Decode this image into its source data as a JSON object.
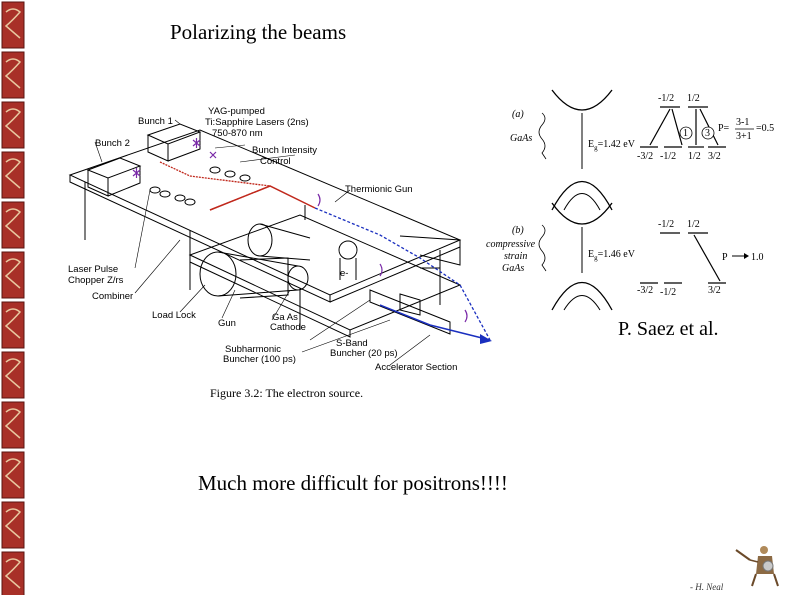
{
  "slide": {
    "title": "Polarizing the beams",
    "credit": "P. Saez et al.",
    "footnote": "Much more difficult for positrons!!!!",
    "author": "- H. Neal"
  },
  "left_figure": {
    "caption": "Figure 3.2: The electron source.",
    "labels": {
      "bunch1": "Bunch 1",
      "bunch2": "Bunch 2",
      "yag1": "YAG-pumped",
      "yag2": "Ti:Sapphire Lasers (2ns)",
      "yag3": "750-870 nm",
      "intensity1": "Bunch Intensity",
      "intensity2": "Control",
      "thermionic": "Thermionic Gun",
      "chopper1": "Laser Pulse",
      "chopper2": "Chopper Z/rs",
      "combiner": "Combiner",
      "loadlock": "Load Lock",
      "gun": "Gun",
      "gaas1": "Ga As",
      "gaas2": "Cathode",
      "sband1": "S-Band",
      "sband2": "Buncher (20 ps)",
      "subharm1": "Subharmonic",
      "subharm2": "Buncher (100 ps)",
      "accel": "Accelerator Section",
      "e": "e-"
    }
  },
  "right_figure": {
    "a_label": "(a)",
    "a_mat": "GaAs",
    "a_gap": "E",
    "a_gap_sub": "g",
    "a_gap_val": "=1.42 eV",
    "b_label": "(b)",
    "b_mat1": "compressive",
    "b_mat2": "strain",
    "b_mat3": "GaAs",
    "b_gap": "E",
    "b_gap_sub": "g",
    "b_gap_val": "=1.46 eV",
    "a_top_m": "-1/2",
    "a_top_p": "1/2",
    "a_bot1": "-3/2",
    "a_bot2": "-1/2",
    "a_bot3": "1/2",
    "a_bot4": "3/2",
    "a_c1": "1",
    "a_c3": "3",
    "a_p": "P=",
    "a_num": "3-1",
    "a_den": "3+1",
    "a_res": "=0.5",
    "b_top_m": "-1/2",
    "b_top_p": "1/2",
    "b_bot1": "-3/2",
    "b_bot2": "-1/2",
    "b_bot3": "3/2",
    "b_p": "P",
    "b_res": "1.0"
  },
  "colors": {
    "border_tile": "#a83028",
    "border_dark": "#5a1410",
    "laser": "#c0281c",
    "beam": "#1a2fbf",
    "pol_mark": "#7a2aa8"
  }
}
